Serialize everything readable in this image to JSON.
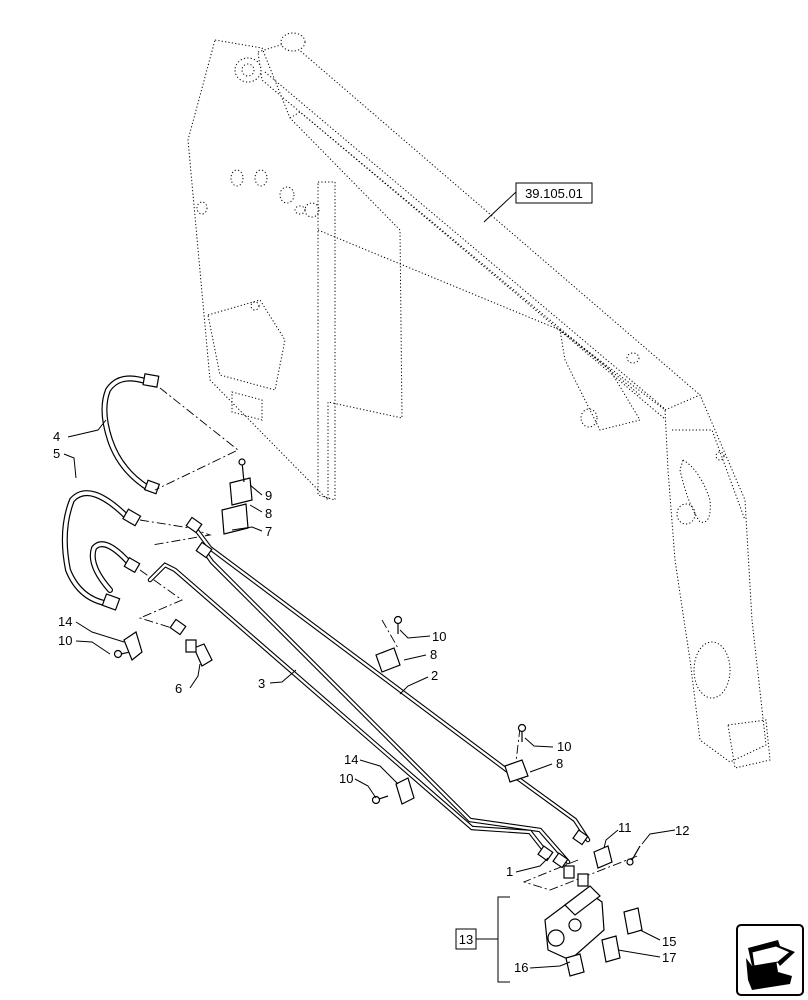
{
  "reference": "39.105.01",
  "callouts": {
    "c1": "1",
    "c2": "2",
    "c3": "3",
    "c4": "4",
    "c5": "5",
    "c6": "6",
    "c7": "7",
    "c8a": "8",
    "c8b": "8",
    "c8c": "8",
    "c9": "9",
    "c10a": "10",
    "c10b": "10",
    "c10c": "10",
    "c10d": "10",
    "c11": "11",
    "c12": "12",
    "c13": "13",
    "c14a": "14",
    "c14b": "14",
    "c15": "15",
    "c16": "16",
    "c17": "17"
  },
  "icons": {
    "nav": "next-page-arrow-icon"
  }
}
